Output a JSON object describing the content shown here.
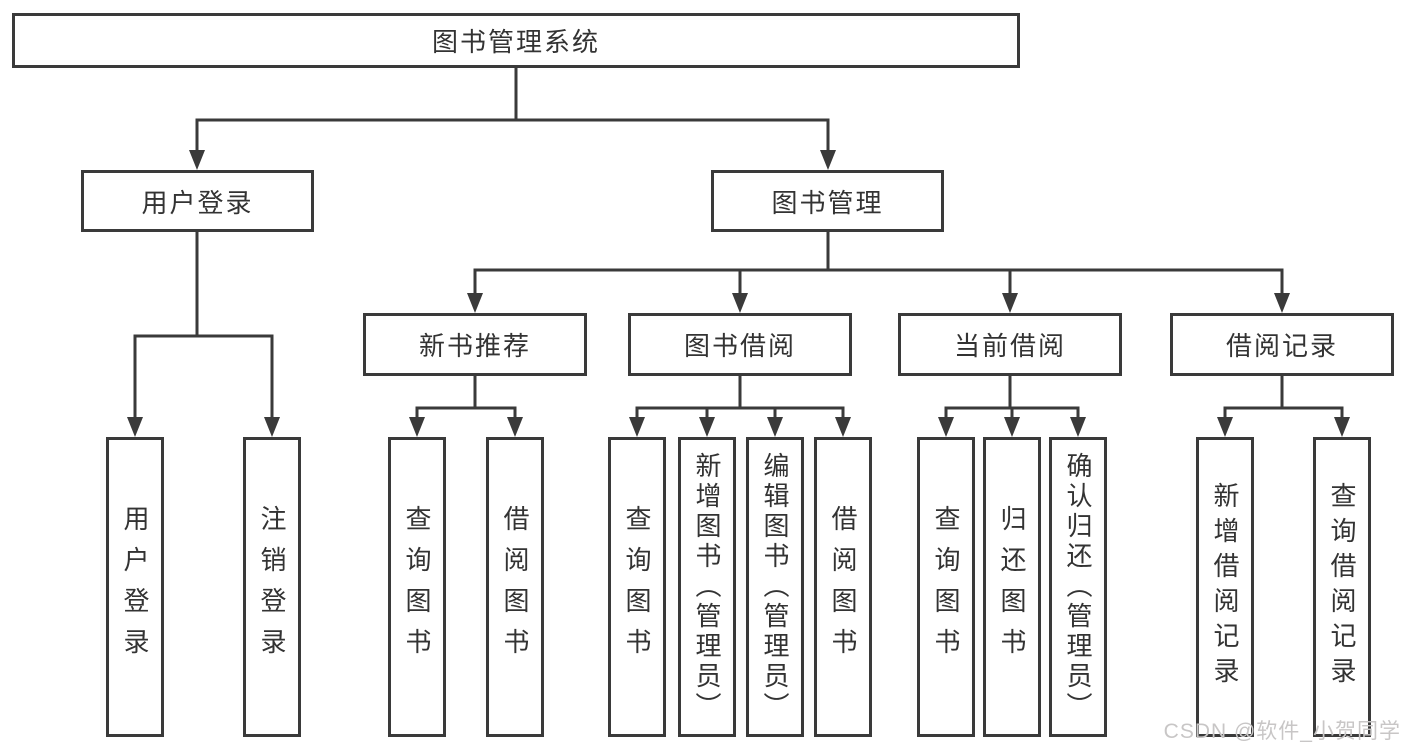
{
  "diagram": {
    "root": "图书管理系统",
    "branches": [
      {
        "label": "用户登录",
        "children": [
          "用户登录",
          "注销登录"
        ]
      },
      {
        "label": "图书管理",
        "children": [
          {
            "label": "新书推荐",
            "children": [
              "查询图书",
              "借阅图书"
            ]
          },
          {
            "label": "图书借阅",
            "children": [
              "查询图书",
              "新增图书（管理员）",
              "编辑图书（管理员）",
              "借阅图书"
            ]
          },
          {
            "label": "当前借阅",
            "children": [
              "查询图书",
              "归还图书",
              "确认归还（管理员）"
            ]
          },
          {
            "label": "借阅记录",
            "children": [
              "新增借阅记录",
              "查询借阅记录"
            ]
          }
        ]
      }
    ]
  },
  "watermark": "CSDN @软件_小贺同学",
  "colors": {
    "line": "#3a3a3a",
    "text": "#333333",
    "watermark": "#c8c6c6",
    "background": "#ffffff"
  }
}
